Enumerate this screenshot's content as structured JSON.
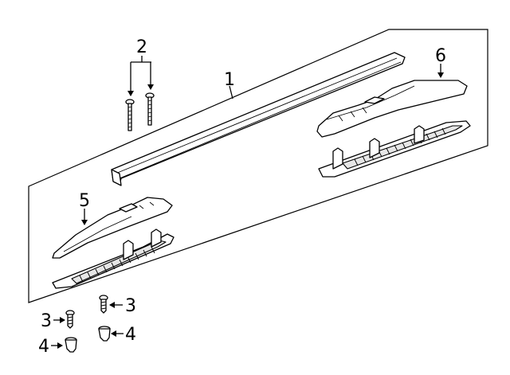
{
  "callouts": {
    "c1": "1",
    "c2": "2",
    "c3a": "3",
    "c3b": "3",
    "c4a": "4",
    "c4b": "4",
    "c5": "5",
    "c6": "6"
  },
  "colors": {
    "ink": "#000000",
    "paper": "#ffffff",
    "shade": "#e6e6e6"
  }
}
